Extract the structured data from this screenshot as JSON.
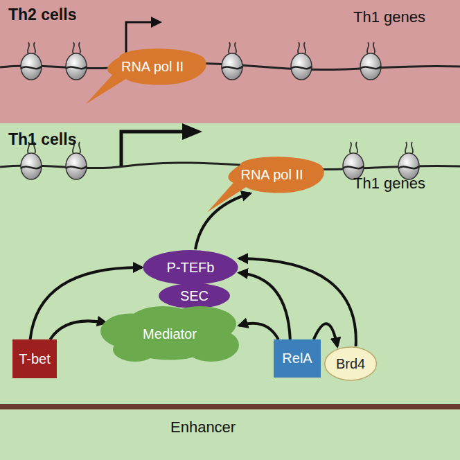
{
  "diagram": {
    "nodes": [
      {
        "text": [
          "Th2 cells",
          "Th1 genes"
        ]
      },
      {
        "text": [
          "RNA pol II"
        ],
        "in": 0
      },
      {
        "text": [
          "Th1 cells",
          "Th1 genes"
        ]
      },
      {
        "text": [
          "RNA pol II"
        ],
        "in": 2
      },
      {
        "text": [
          "P-TEFb"
        ],
        "in": 2
      },
      {
        "text": [
          "SEC"
        ],
        "in": 2
      },
      {
        "text": [
          "Mediator"
        ],
        "in": 2
      },
      {
        "text": [
          "T-bet"
        ],
        "in": 2
      },
      {
        "text": [
          "RelA"
        ],
        "in": 2
      },
      {
        "text": [
          "Brd4"
        ],
        "in": 2
      }
    ],
    "edges": [
      {
        "from": 4,
        "to": 3,
        "arrow": "to"
      },
      {
        "from": 7,
        "to": 4,
        "arrow": "to"
      },
      {
        "from": 7,
        "to": 6,
        "arrow": "to"
      },
      {
        "from": 8,
        "to": 4,
        "arrow": "to"
      },
      {
        "from": 8,
        "to": 6,
        "arrow": "to"
      },
      {
        "from": 8,
        "to": 9,
        "arrow": "to"
      },
      {
        "from": 9,
        "to": 4,
        "arrow": "to"
      }
    ],
    "labels": [
      "Enhancer"
    ]
  }
}
